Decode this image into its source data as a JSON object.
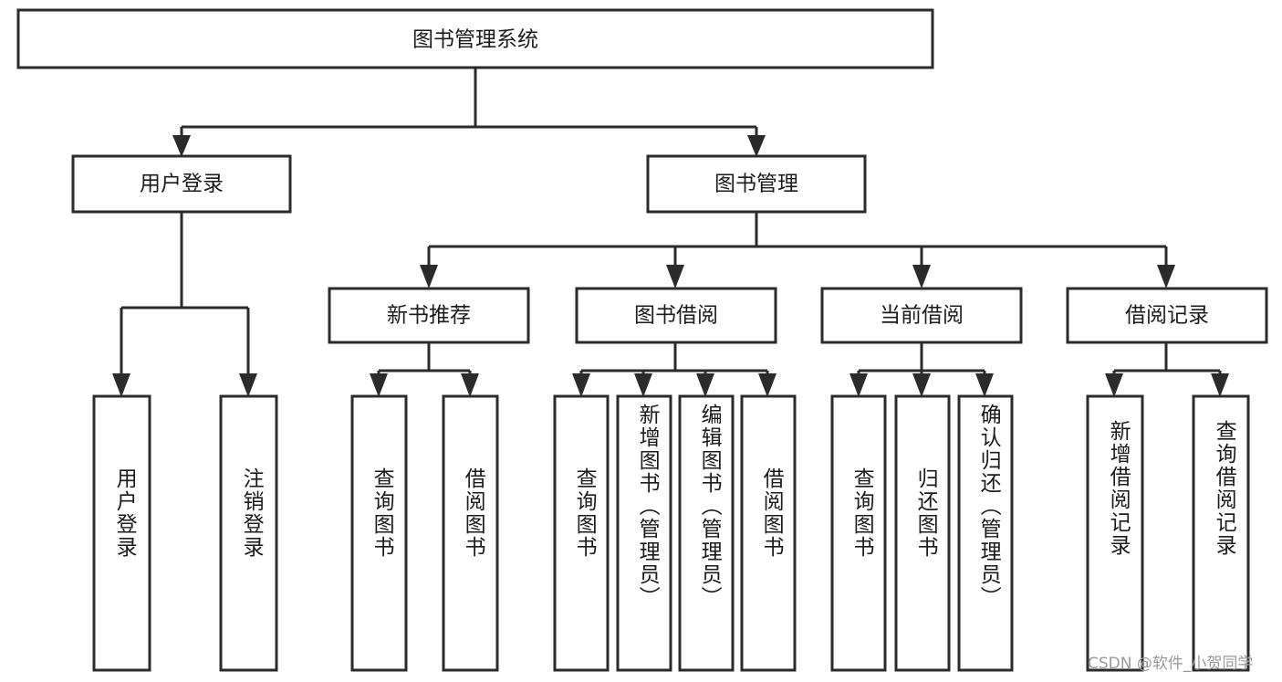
{
  "diagram": {
    "type": "tree",
    "title": "图书管理系统",
    "root": {
      "id": "root",
      "label": "图书管理系统",
      "orientation": "horizontal"
    },
    "level2": [
      {
        "id": "user-login",
        "label": "用户登录",
        "orientation": "horizontal"
      },
      {
        "id": "book-manage",
        "label": "图书管理",
        "orientation": "horizontal"
      }
    ],
    "level3": [
      {
        "id": "new-book-recommend",
        "label": "新书推荐",
        "orientation": "horizontal",
        "parent": "book-manage"
      },
      {
        "id": "book-borrow",
        "label": "图书借阅",
        "orientation": "horizontal",
        "parent": "book-manage"
      },
      {
        "id": "current-borrow",
        "label": "当前借阅",
        "orientation": "horizontal",
        "parent": "book-manage"
      },
      {
        "id": "borrow-record",
        "label": "借阅记录",
        "orientation": "horizontal",
        "parent": "book-manage"
      }
    ],
    "leaves": [
      {
        "id": "leaf-user-login",
        "label": "用户登录",
        "orientation": "vertical",
        "parent": "user-login"
      },
      {
        "id": "leaf-user-logout",
        "label": "注销登录",
        "orientation": "vertical",
        "parent": "user-login"
      },
      {
        "id": "leaf-query-book-1",
        "label": "查询图书",
        "orientation": "vertical",
        "parent": "new-book-recommend"
      },
      {
        "id": "leaf-borrow-book-1",
        "label": "借阅图书",
        "orientation": "vertical",
        "parent": "new-book-recommend"
      },
      {
        "id": "leaf-query-book-2",
        "label": "查询图书",
        "orientation": "vertical",
        "parent": "book-borrow"
      },
      {
        "id": "leaf-add-book",
        "label": "新增图书（管理员）",
        "orientation": "vertical",
        "parent": "book-borrow"
      },
      {
        "id": "leaf-edit-book",
        "label": "编辑图书（管理员）",
        "orientation": "vertical",
        "parent": "book-borrow"
      },
      {
        "id": "leaf-borrow-book-2",
        "label": "借阅图书",
        "orientation": "vertical",
        "parent": "book-borrow"
      },
      {
        "id": "leaf-query-book-3",
        "label": "查询图书",
        "orientation": "vertical",
        "parent": "current-borrow"
      },
      {
        "id": "leaf-return-book",
        "label": "归还图书",
        "orientation": "vertical",
        "parent": "current-borrow"
      },
      {
        "id": "leaf-confirm-return",
        "label": "确认归还（管理员）",
        "orientation": "vertical",
        "parent": "current-borrow"
      },
      {
        "id": "leaf-add-record",
        "label": "新增借阅记录",
        "orientation": "vertical",
        "parent": "borrow-record"
      },
      {
        "id": "leaf-query-record",
        "label": "查询借阅记录",
        "orientation": "vertical",
        "parent": "borrow-record"
      }
    ]
  },
  "watermark": {
    "text": "CSDN @软件_小贺同学"
  },
  "colors": {
    "stroke": "#2b2b2b",
    "fill": "#ffffff",
    "text": "#1b1b1b",
    "watermark": "#9a9a9a"
  }
}
